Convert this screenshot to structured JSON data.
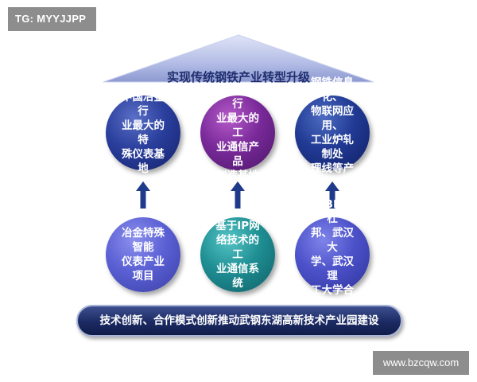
{
  "corner_tag": "TG: MYYJJPP",
  "watermark": "www.bzcqw.com",
  "roof": {
    "title": "实现传统钢铁产业转型升级"
  },
  "top_circles": [
    {
      "lines": [
        "中国冶金行",
        "业最大的特",
        "殊仪表基地"
      ]
    },
    {
      "lines": [
        "中国冶金行",
        "业最大的工",
        "业通信产品",
        "制造基地"
      ]
    },
    {
      "lines": [
        "钢铁信息化、",
        "物联网应用、",
        "工业炉轧制处",
        "理线等产品"
      ]
    }
  ],
  "bottom_circles": [
    {
      "lines": [
        "冶金特殊智能",
        "仪表产业项目"
      ]
    },
    {
      "lines": [
        "基于IP网",
        "络技术的工",
        "业通信系统"
      ]
    },
    {
      "lines": [
        "与IBM、杜",
        "邦、武汉大",
        "学、武汉理",
        "工大学合作"
      ]
    }
  ],
  "banner": {
    "text": "技术创新、合作模式创新推动武钢东湖高新技术产业园建设"
  },
  "colors": {
    "roof": "#9aa6d8",
    "roof_title": "#1f2e6e",
    "arrow": "#1f3a8a",
    "banner": "#1b2a63"
  }
}
